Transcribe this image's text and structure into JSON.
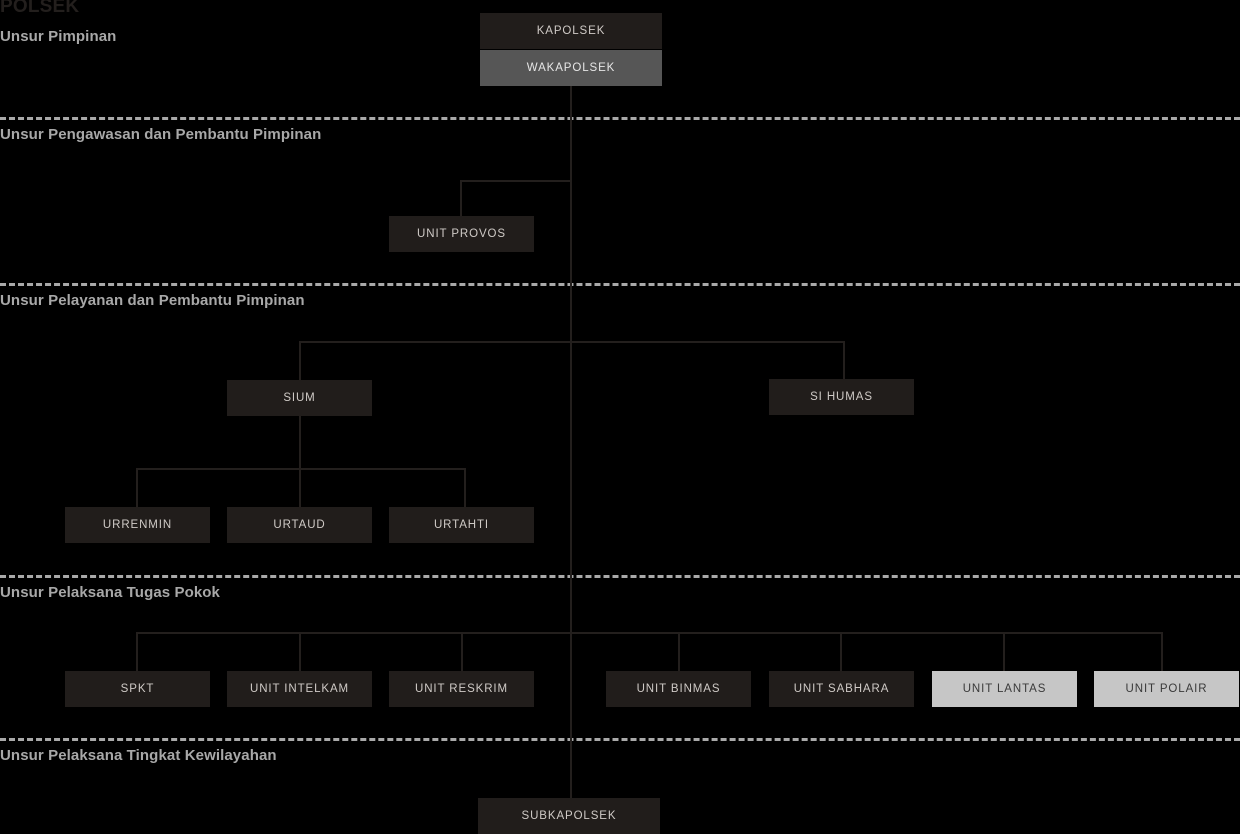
{
  "chart_title": "POLSEK",
  "sections": [
    {
      "id": "pimpinan",
      "label": "Unsur Pimpinan"
    },
    {
      "id": "pengawasan",
      "label": "Unsur Pengawasan dan Pembantu Pimpinan"
    },
    {
      "id": "pelayanan",
      "label": "Unsur Pelayanan dan Pembantu Pimpinan"
    },
    {
      "id": "pelaksana",
      "label": "Unsur Pelaksana Tugas Pokok"
    },
    {
      "id": "kewilayahan",
      "label": "Unsur Pelaksana Tingkat Kewilayahan"
    }
  ],
  "nodes": {
    "kapolsek": "KAPOLSEK",
    "wakapolsek": "WAKAPOLSEK",
    "unit_provos": "UNIT PROVOS",
    "sium": "SIUM",
    "si_humas": "SI HUMAS",
    "urrenmin": "URRENMIN",
    "urtaud": "URTAUD",
    "urtahti": "URTAHTI",
    "spkt": "SPKT",
    "unit_intelkam": "UNIT INTELKAM",
    "unit_reskrim": "UNIT RESKRIM",
    "unit_binmas": "UNIT BINMAS",
    "unit_sabhara": "UNIT SABHARA",
    "unit_lantas": "UNIT LANTAS",
    "unit_polair": "UNIT POLAIR",
    "subkapolsek": "SUBKAPOLSEK"
  },
  "colors": {
    "background": "#000000",
    "node_dark": "#211d1b",
    "node_gray": "#565656",
    "node_light": "#c6c6c6",
    "connector": "#231f1d",
    "divider": "#a9a9a9",
    "section_label": "#a8a8a8",
    "title": "#231f1d"
  }
}
